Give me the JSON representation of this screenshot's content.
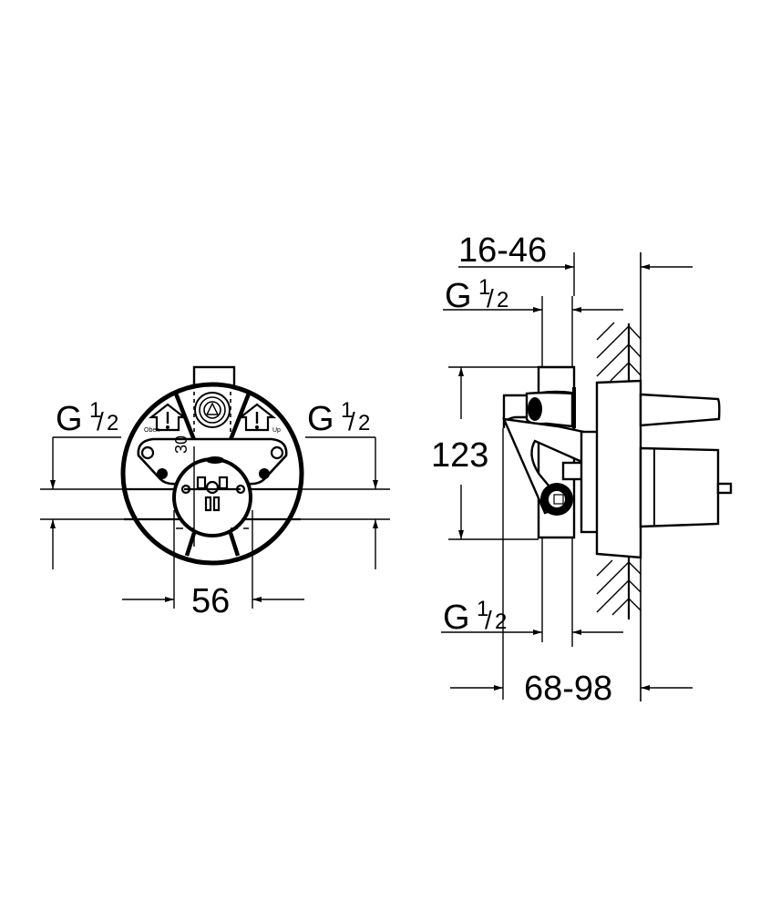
{
  "drawing": {
    "type": "technical dimension drawing",
    "views": [
      "front-view",
      "side-view"
    ]
  },
  "front_view": {
    "left_thread": {
      "main": "G",
      "numerator": "1",
      "denominator": "2"
    },
    "right_thread": {
      "main": "G",
      "numerator": "1",
      "denominator": "2"
    },
    "width_dimension": "56",
    "angle_label": "30",
    "labels": {
      "left_arrow": "Oben",
      "right_arrow": "Up"
    }
  },
  "side_view": {
    "depth_range_top": "16-46",
    "top_thread": {
      "main": "G",
      "numerator": "1",
      "denominator": "2"
    },
    "height_dimension": "123",
    "bottom_thread": {
      "main": "G",
      "numerator": "1",
      "denominator": "2"
    },
    "depth_range_bottom": "68-98"
  },
  "colors": {
    "line": "#000000",
    "background": "#ffffff"
  }
}
